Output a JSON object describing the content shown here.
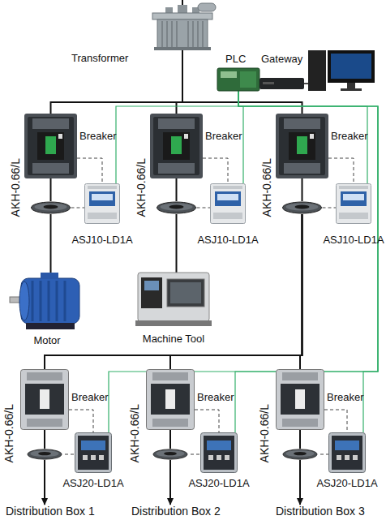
{
  "diagram": {
    "nodes": [
      {
        "text": [
          "Transformer"
        ]
      },
      {
        "text": [
          "PLC"
        ]
      },
      {
        "text": [
          "Gateway"
        ]
      },
      {
        "text": [
          "Breaker"
        ]
      },
      {
        "text": [
          "AKH-0.66/L"
        ]
      },
      {
        "text": [
          "ASJ10-LD1A"
        ]
      },
      {
        "text": [
          "Motor"
        ]
      },
      {
        "text": [
          "Breaker"
        ]
      },
      {
        "text": [
          "AKH-0.66/L"
        ]
      },
      {
        "text": [
          "ASJ10-LD1A"
        ]
      },
      {
        "text": [
          "Machine Tool"
        ]
      },
      {
        "text": [
          "Breaker"
        ]
      },
      {
        "text": [
          "AKH-0.66/L"
        ]
      },
      {
        "text": [
          "ASJ10-LD1A"
        ]
      },
      {
        "text": [
          "Breaker"
        ]
      },
      {
        "text": [
          "AKH-0.66/L"
        ]
      },
      {
        "text": [
          "ASJ20-LD1A"
        ]
      },
      {
        "text": [
          "Distribution Box 1"
        ]
      },
      {
        "text": [
          "Breaker"
        ]
      },
      {
        "text": [
          "AKH-0.66/L"
        ]
      },
      {
        "text": [
          "ASJ20-LD1A"
        ]
      },
      {
        "text": [
          "Distribution Box 2"
        ]
      },
      {
        "text": [
          "Breaker"
        ]
      },
      {
        "text": [
          "AKH-0.66/L"
        ]
      },
      {
        "text": [
          "ASJ20-LD1A"
        ]
      },
      {
        "text": [
          "Distribution Box 3"
        ]
      }
    ],
    "edges": [
      {
        "from": 1,
        "to": 2,
        "arrow": "none"
      },
      {
        "from": 0,
        "to": 3,
        "arrow": "none"
      },
      {
        "from": 0,
        "to": 7,
        "arrow": "none"
      },
      {
        "from": 0,
        "to": 11,
        "arrow": "none"
      },
      {
        "from": 3,
        "to": 4,
        "arrow": "none"
      },
      {
        "from": 4,
        "to": 6,
        "arrow": "none"
      },
      {
        "from": 7,
        "to": 8,
        "arrow": "none"
      },
      {
        "from": 8,
        "to": 10,
        "arrow": "none"
      },
      {
        "from": 11,
        "to": 12,
        "arrow": "none"
      },
      {
        "from": 12,
        "to": 14,
        "arrow": "none"
      },
      {
        "from": 12,
        "to": 18,
        "arrow": "none"
      },
      {
        "from": 12,
        "to": 22,
        "arrow": "none"
      },
      {
        "from": 14,
        "to": 15,
        "arrow": "none"
      },
      {
        "from": 15,
        "to": 17,
        "arrow": "to"
      },
      {
        "from": 18,
        "to": 19,
        "arrow": "none"
      },
      {
        "from": 19,
        "to": 21,
        "arrow": "to"
      },
      {
        "from": 22,
        "to": 23,
        "arrow": "none"
      },
      {
        "from": 23,
        "to": 25,
        "arrow": "to"
      },
      {
        "from": 3,
        "to": 5,
        "arrow": "none"
      },
      {
        "from": 4,
        "to": 5,
        "arrow": "none"
      },
      {
        "from": 7,
        "to": 9,
        "arrow": "none"
      },
      {
        "from": 8,
        "to": 9,
        "arrow": "none"
      },
      {
        "from": 11,
        "to": 13,
        "arrow": "none"
      },
      {
        "from": 12,
        "to": 13,
        "arrow": "none"
      },
      {
        "from": 14,
        "to": 16,
        "arrow": "none"
      },
      {
        "from": 15,
        "to": 16,
        "arrow": "none"
      },
      {
        "from": 18,
        "to": 20,
        "arrow": "none"
      },
      {
        "from": 19,
        "to": 20,
        "arrow": "none"
      },
      {
        "from": 22,
        "to": 24,
        "arrow": "none"
      },
      {
        "from": 23,
        "to": 24,
        "arrow": "none"
      },
      {
        "from": 1,
        "to": 5,
        "arrow": "none"
      },
      {
        "from": 1,
        "to": 9,
        "arrow": "none"
      },
      {
        "from": 1,
        "to": 13,
        "arrow": "none"
      },
      {
        "from": 1,
        "to": 16,
        "arrow": "none"
      },
      {
        "from": 1,
        "to": 20,
        "arrow": "none"
      },
      {
        "from": 1,
        "to": 24,
        "arrow": "none"
      }
    ]
  }
}
